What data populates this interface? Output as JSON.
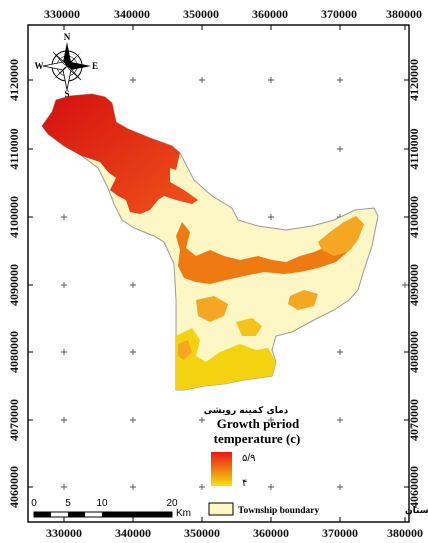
{
  "x_ticks": [
    "330000",
    "340000",
    "350000",
    "360000",
    "370000",
    "380000"
  ],
  "y_ticks": [
    "4120000",
    "4110000",
    "4100000",
    "4090000",
    "4080000",
    "4070000",
    "4060000"
  ],
  "compass": {
    "n": "N",
    "s": "S",
    "e": "E",
    "w": "W"
  },
  "legend": {
    "title_fa": "دمای کمینه رویشی",
    "title_en_1": "Growth period",
    "title_en_2": "temperature (c)",
    "high_label": "۵/۹",
    "low_label": "۴",
    "high_color": "#e8211a",
    "low_color": "#f6e10e"
  },
  "scalebar": {
    "labels": [
      "0",
      "5",
      "10",
      "20"
    ],
    "unit": "Km"
  },
  "boundary": {
    "label_en": "Township boundary",
    "label_fa": "محدوده شهرستان",
    "fill": "#fdf6c5"
  },
  "colors": {
    "frame": "#000000",
    "base": "#fdf6c5",
    "red": "#e8211a",
    "orange": "#f07a12",
    "amber": "#f5a623",
    "yellow": "#f3d210"
  }
}
